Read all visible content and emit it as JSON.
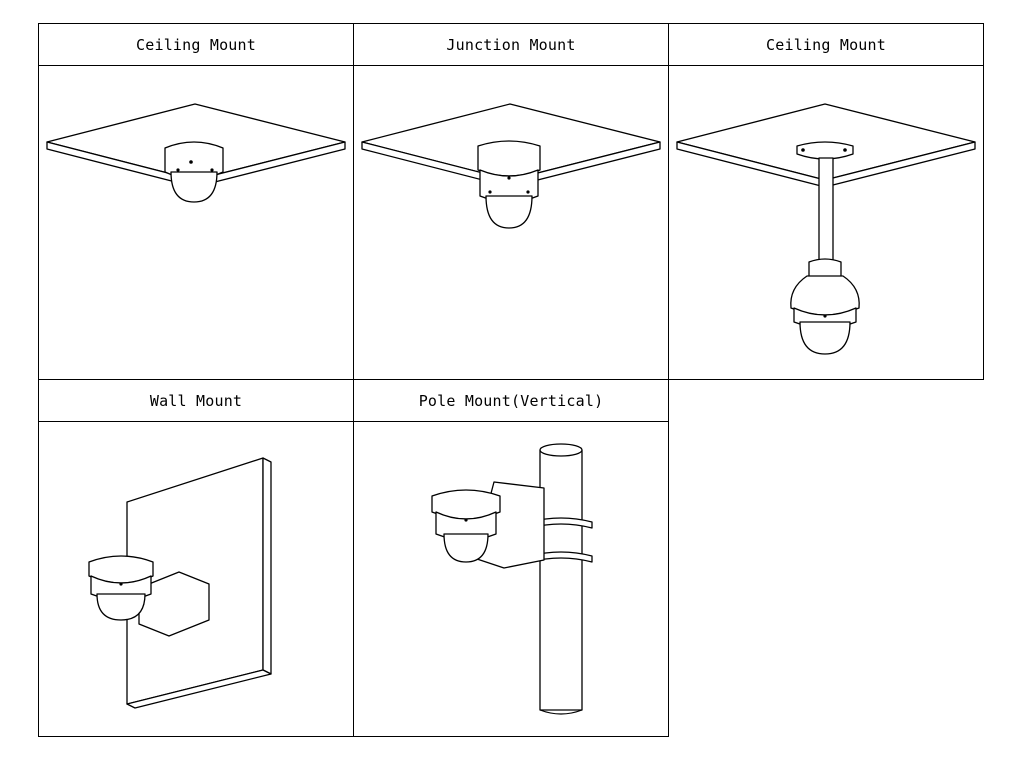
{
  "mounts": [
    {
      "label": "Ceiling Mount"
    },
    {
      "label": "Junction Mount"
    },
    {
      "label": "Ceiling Mount"
    },
    {
      "label": "Wall Mount"
    },
    {
      "label": "Pole Mount(Vertical)"
    }
  ]
}
